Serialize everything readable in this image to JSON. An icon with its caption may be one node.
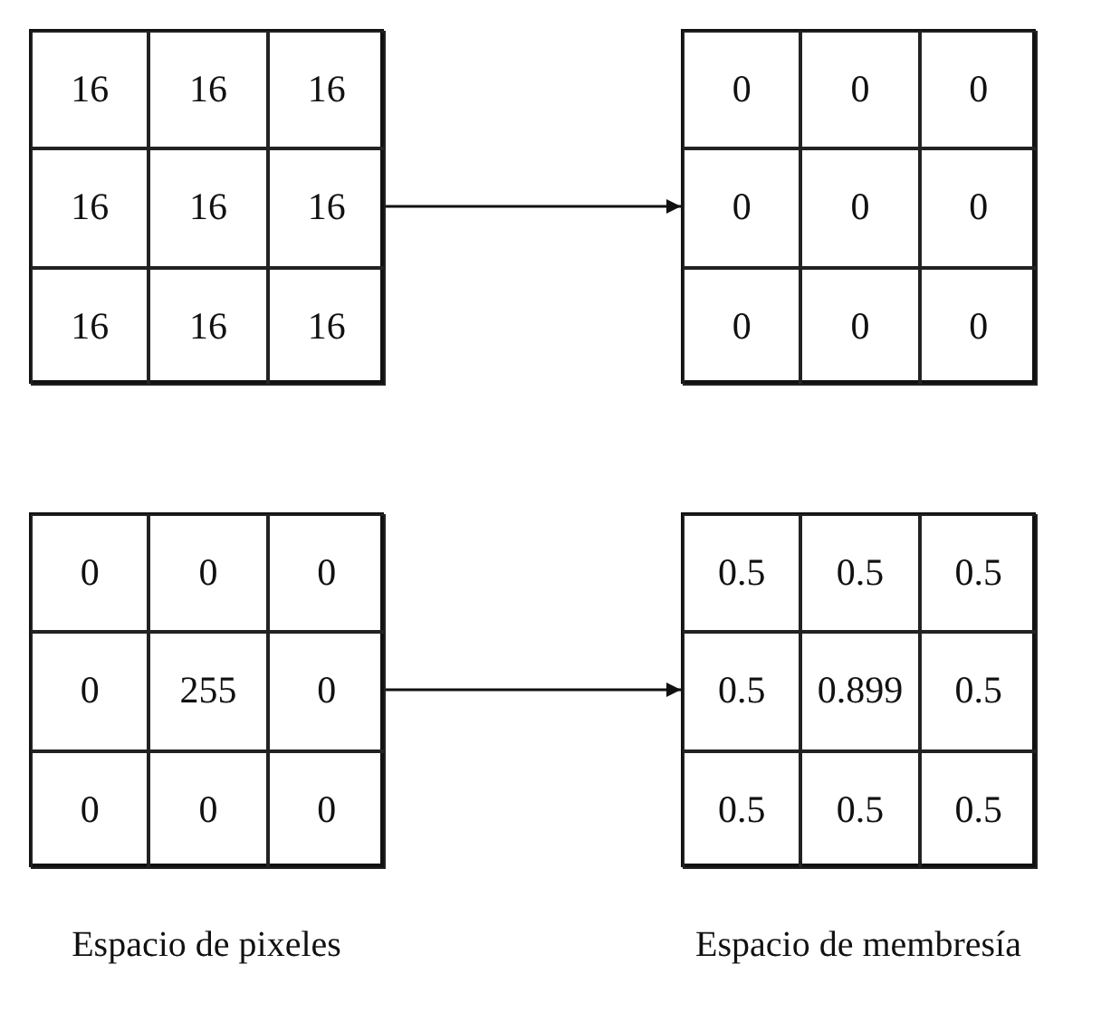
{
  "diagram": {
    "nodes": [
      {
        "text": [],
        "shape": "box"
      },
      {
        "text": [
          "16"
        ],
        "in": 0
      },
      {
        "text": [
          "16"
        ],
        "in": 0
      },
      {
        "text": [
          "16"
        ],
        "in": 0
      },
      {
        "text": [
          "16"
        ],
        "in": 0
      },
      {
        "text": [
          "16"
        ],
        "in": 0
      },
      {
        "text": [
          "16"
        ],
        "in": 0
      },
      {
        "text": [
          "16"
        ],
        "in": 0
      },
      {
        "text": [
          "16"
        ],
        "in": 0
      },
      {
        "text": [
          "16"
        ],
        "in": 0
      },
      {
        "text": [],
        "shape": "box"
      },
      {
        "text": [
          "0"
        ],
        "in": 10
      },
      {
        "text": [
          "0"
        ],
        "in": 10
      },
      {
        "text": [
          "0"
        ],
        "in": 10
      },
      {
        "text": [
          "0"
        ],
        "in": 10
      },
      {
        "text": [
          "0"
        ],
        "in": 10
      },
      {
        "text": [
          "0"
        ],
        "in": 10
      },
      {
        "text": [
          "0"
        ],
        "in": 10
      },
      {
        "text": [
          "0"
        ],
        "in": 10
      },
      {
        "text": [
          "0"
        ],
        "in": 10
      },
      {
        "text": [],
        "shape": "box",
        "beside": [
          "Espacio de pixeles"
        ]
      },
      {
        "text": [
          "0"
        ],
        "in": 20
      },
      {
        "text": [
          "0"
        ],
        "in": 20
      },
      {
        "text": [
          "0"
        ],
        "in": 20
      },
      {
        "text": [
          "0"
        ],
        "in": 20
      },
      {
        "text": [
          "255"
        ],
        "in": 20
      },
      {
        "text": [
          "0"
        ],
        "in": 20
      },
      {
        "text": [
          "0"
        ],
        "in": 20
      },
      {
        "text": [
          "0"
        ],
        "in": 20
      },
      {
        "text": [
          "0"
        ],
        "in": 20
      },
      {
        "text": [],
        "shape": "box",
        "beside": [
          "Espacio de membresía"
        ]
      },
      {
        "text": [
          "0.5"
        ],
        "in": 30
      },
      {
        "text": [
          "0.5"
        ],
        "in": 30
      },
      {
        "text": [
          "0.5"
        ],
        "in": 30
      },
      {
        "text": [
          "0.5"
        ],
        "in": 30
      },
      {
        "text": [
          "0.899"
        ],
        "in": 30
      },
      {
        "text": [
          "0.5"
        ],
        "in": 30
      },
      {
        "text": [
          "0.5"
        ],
        "in": 30
      },
      {
        "text": [
          "0.5"
        ],
        "in": 30
      },
      {
        "text": [
          "0.5"
        ],
        "in": 30
      }
    ],
    "edges": [
      {
        "from": 0,
        "to": 10,
        "arrow": "to"
      },
      {
        "from": 20,
        "to": 30,
        "arrow": "to"
      }
    ]
  }
}
